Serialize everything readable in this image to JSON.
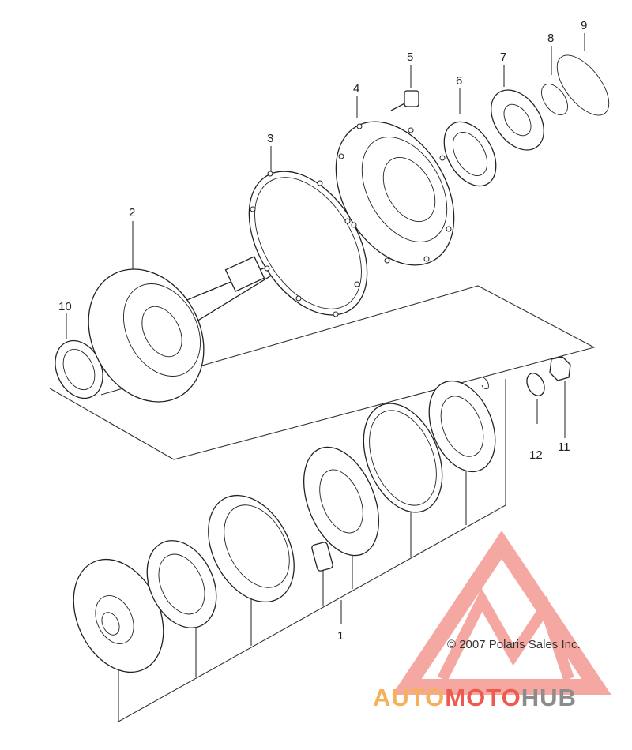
{
  "callouts": {
    "c1": "1",
    "c2": "2",
    "c3": "3",
    "c4": "4",
    "c5": "5",
    "c6": "6",
    "c7": "7",
    "c8": "8",
    "c9": "9",
    "c10": "10",
    "c11": "11",
    "c12": "12"
  },
  "copyright": "© 2007 Polaris Sales Inc.",
  "watermark": {
    "part1": "AUTO",
    "part2": "MOTO",
    "part3": "HUB",
    "color_orange": "#f5b15a",
    "color_red": "#ee5a4f",
    "color_gray": "#8c8c8c",
    "logo_color": "#f28b82"
  }
}
